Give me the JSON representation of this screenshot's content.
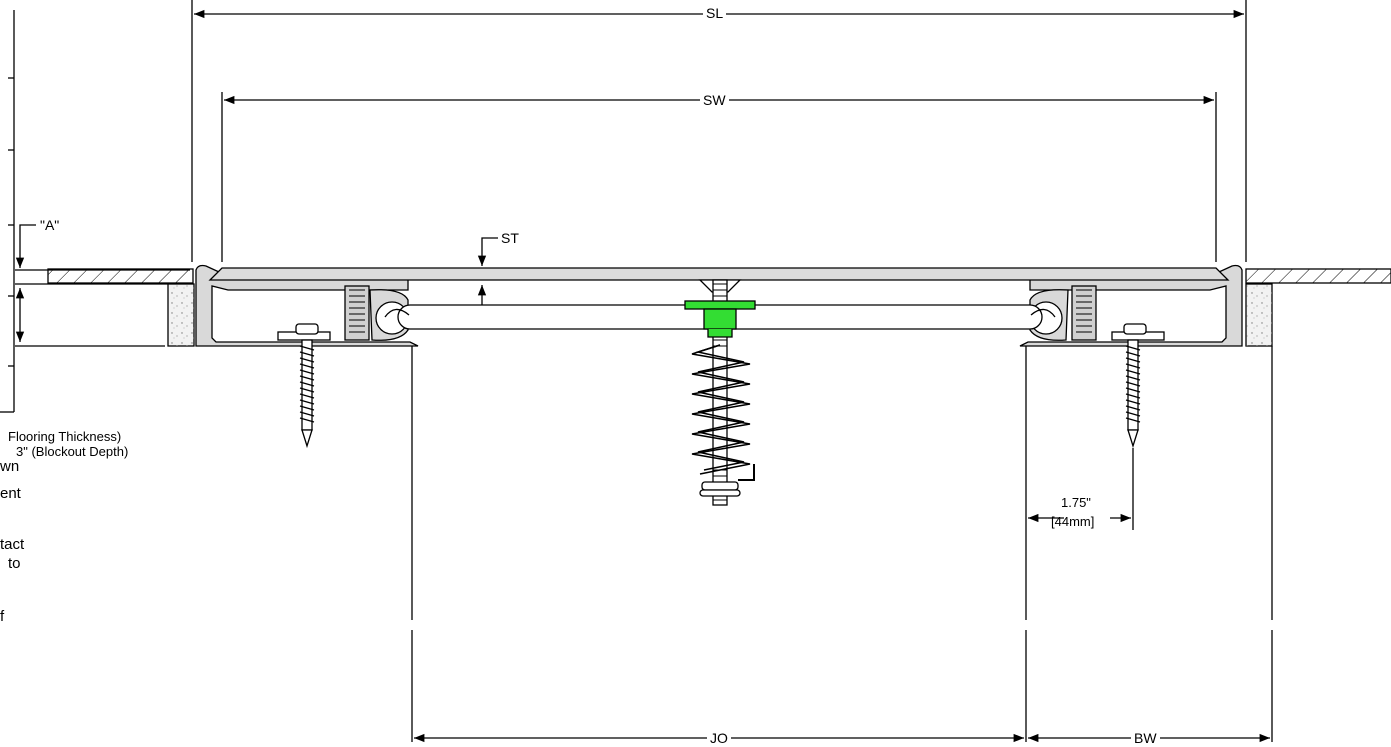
{
  "labels": {
    "sl": "SL",
    "sw": "SW",
    "st": "ST",
    "a": "\"A\"",
    "jo": "JO",
    "bw": "BW",
    "offset_in": "1.75\"",
    "offset_mm": "[44mm]",
    "flooring_thickness": "Flooring Thickness)",
    "blockout_depth": "3\" (Blockout Depth)"
  },
  "notes_fragments": [
    "wn",
    "ent",
    "tact",
    "to",
    "f"
  ],
  "colors": {
    "line": "#000000",
    "plate_fill": "#dcdcdc",
    "frame_fill": "#d9d9d9",
    "concrete_fill": "#f2f2f2",
    "highlight": "#33dd33"
  }
}
